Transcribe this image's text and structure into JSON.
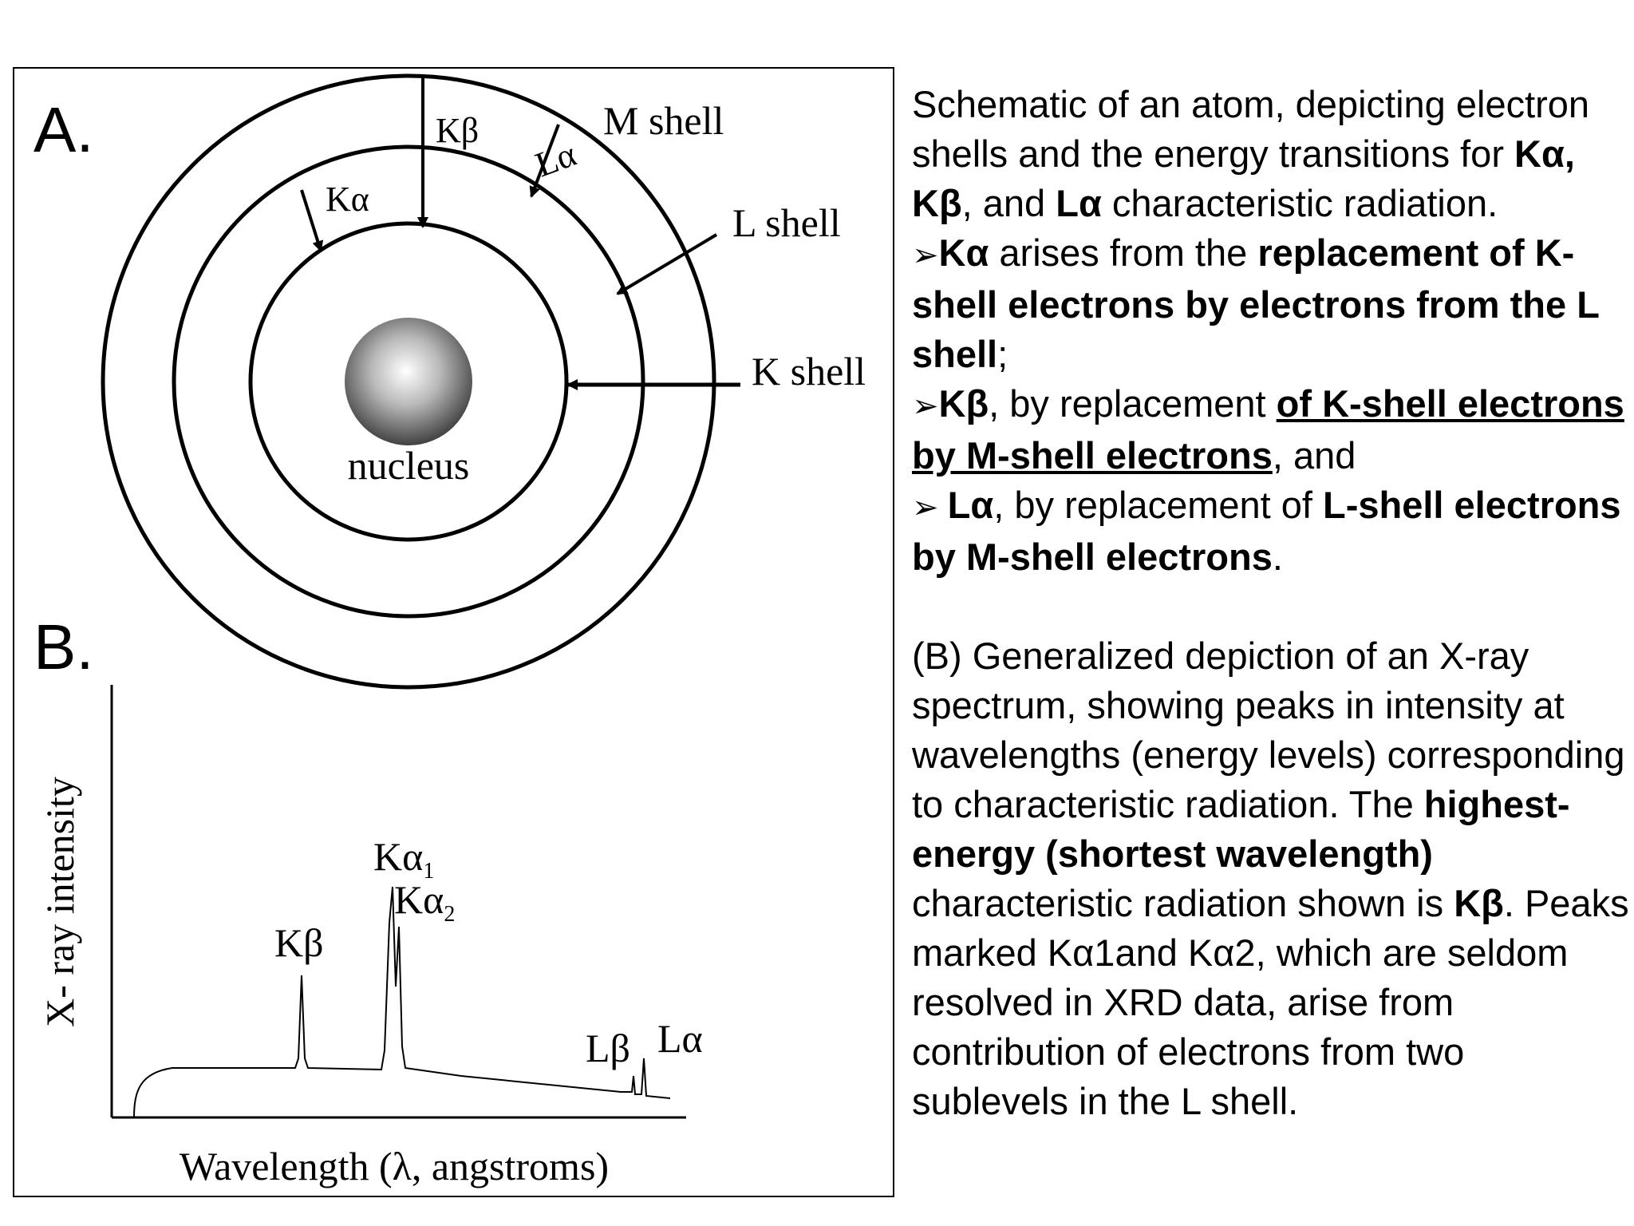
{
  "figure": {
    "panel_a": {
      "letter": "A.",
      "shells": {
        "m": "M shell",
        "l": "L shell",
        "k": "K shell"
      },
      "transitions": {
        "kb": "Kβ",
        "la": "Lα",
        "ka": "Kα"
      },
      "nucleus": "nucleus"
    },
    "panel_b": {
      "letter": "B.",
      "ylabel": "X- ray intensity",
      "xlabel": "Wavelength (λ, angstroms)",
      "peaks": {
        "ka1_base": "Kα",
        "ka1_sub": "1",
        "ka2_base": "Kα",
        "ka2_sub": "2",
        "kb": "Kβ",
        "lb": "Lβ",
        "la": "Lα"
      }
    },
    "chart_data": {
      "type": "line",
      "xlabel": "Wavelength (λ, angstroms)",
      "ylabel": "X- ray intensity",
      "peak_labels": [
        "Kβ",
        "Kα1",
        "Kα2",
        "Lβ",
        "Lα"
      ]
    }
  },
  "caption": {
    "a1": "Schematic of an atom, depicting electron shells and the energy transitions for ",
    "a2": "Kα, Kβ",
    "a3": ", and ",
    "a4": "Lα",
    "a5": " characteristic radiation.",
    "b_arrow": "➢",
    "b1": "Kα",
    "b2": " arises from the ",
    "b3": "replacement of K-shell electrons by electrons from the L shell",
    "b4": ";",
    "c_arrow": "➢",
    "c1": "Kβ",
    "c2": ", by replacement ",
    "c3": "of K-shell electrons by M-shell electrons",
    "c4": ", and",
    "d_arrow": "➢ ",
    "d1": "Lα",
    "d2": ", by replacement of ",
    "d3": "L-shell electrons by M-shell electrons",
    "d4": ".",
    "e1": "(B) Generalized depiction of an X-ray spectrum, showing peaks in intensity at wavelengths (energy levels) corresponding to characteristic radiation. The ",
    "e2": "highest-energy (shortest wavelength)",
    "e3": " characteristic radiation shown is ",
    "e4": "Kβ",
    "e5": ". Peaks marked Kα1and Kα2, which are seldom resolved in XRD data, arise from contribution of electrons from two sublevels in the L shell."
  }
}
